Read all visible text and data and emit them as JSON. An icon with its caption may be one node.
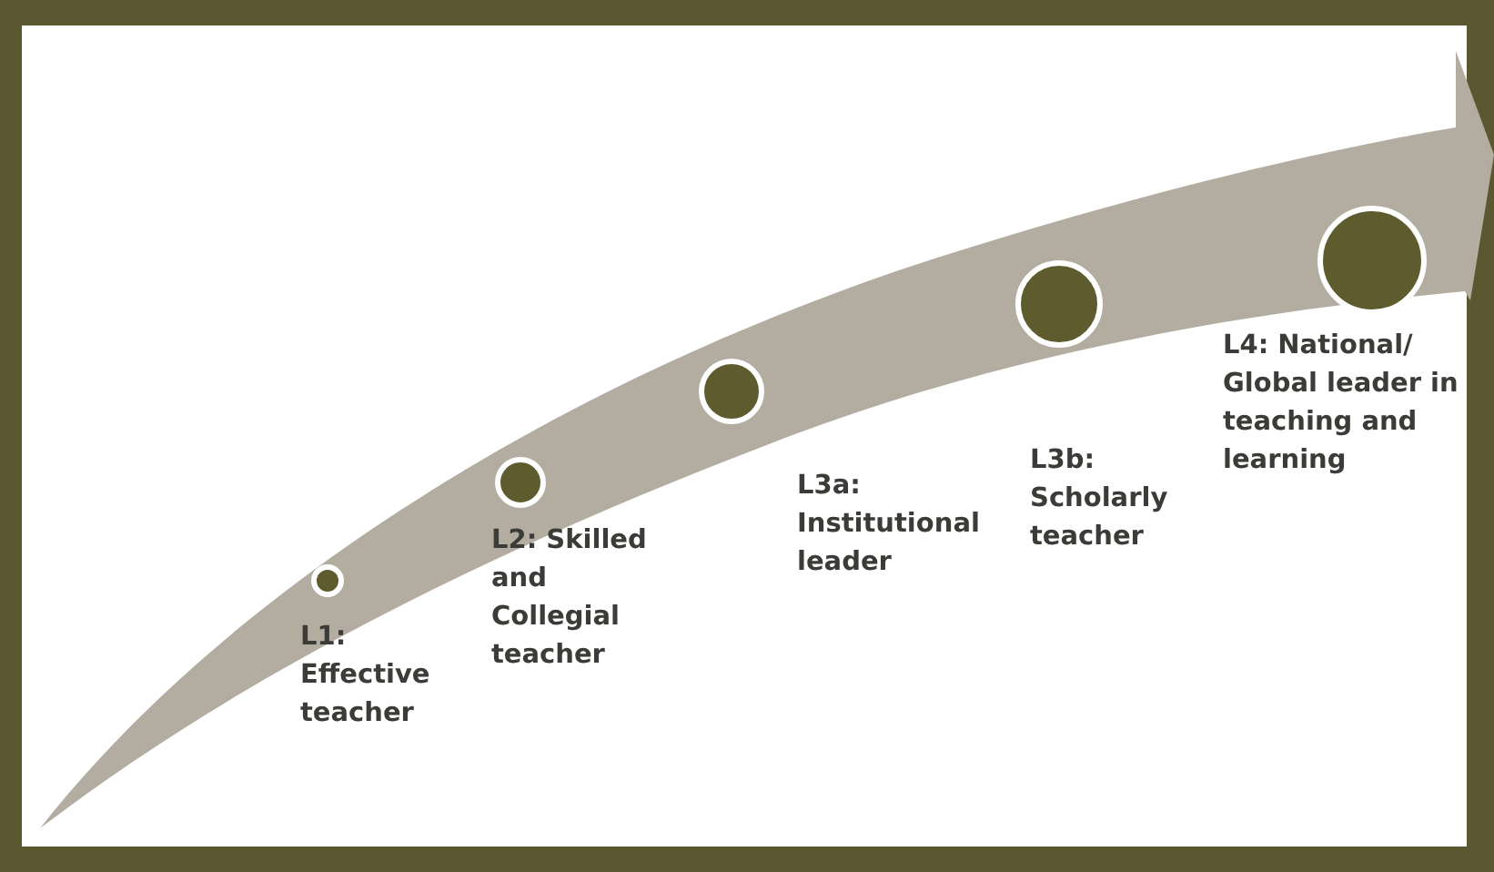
{
  "diagram": {
    "nodes": [
      {
        "text": [
          "L1: Effective teacher"
        ]
      },
      {
        "text": [
          "L2: Skilled and Collegial teacher"
        ]
      },
      {
        "text": [
          "L3a: Institutional leader"
        ]
      },
      {
        "text": [
          "L3b: Scholarly teacher"
        ]
      },
      {
        "text": [
          "L4: National/ Global leader in teaching and learning"
        ]
      }
    ],
    "edges": []
  }
}
